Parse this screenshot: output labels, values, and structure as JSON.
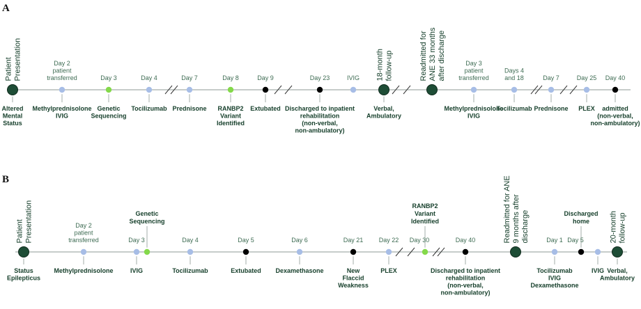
{
  "colors": {
    "line": "#8c9a95",
    "dark_green": "#1e4d36",
    "light_blue": "#a7bde6",
    "bright_green": "#84d94a",
    "black": "#000000",
    "top_text": "#3d6b52",
    "bottom_text": "#17402c",
    "panel_label": "#111111"
  },
  "panels": [
    {
      "label": "A",
      "events": [
        {
          "marker": "dark_green",
          "top": [
            "Patient",
            "Presentation"
          ],
          "top_style": "rotated",
          "bottom": [
            "Altered",
            "Mental",
            "Status"
          ]
        },
        {
          "marker": "light_blue",
          "top": [
            "Day 2",
            "patient",
            "transferred"
          ],
          "bottom": [
            "Methylprednisolone",
            "IVIG"
          ]
        },
        {
          "marker": "bright_green",
          "top": [
            "Day 3"
          ],
          "bottom": [
            "Genetic",
            "Sequencing"
          ]
        },
        {
          "marker": "light_blue",
          "top": [
            "Day 4"
          ],
          "bottom": [
            "Tocilizumab"
          ]
        },
        {
          "marker": "light_blue",
          "top": [
            "Day 7"
          ],
          "bottom": [
            "Prednisone"
          ]
        },
        {
          "marker": "bright_green",
          "top": [
            "Day 8"
          ],
          "bottom": [
            "RANBP2",
            "Variant",
            "Identified"
          ]
        },
        {
          "marker": "black",
          "top": [
            "Day 9"
          ],
          "bottom": [
            "Extubated"
          ]
        },
        {
          "marker": "black",
          "top": [
            "Day 23"
          ],
          "bottom": [
            "Discharged to inpatient",
            "rehabilitation",
            "(non-verbal,",
            "non-ambulatory)"
          ]
        },
        {
          "marker": "light_blue",
          "top": [
            "IVIG"
          ],
          "bottom": []
        },
        {
          "marker": "dark_green",
          "top": [
            "18-month",
            "follow-up"
          ],
          "top_style": "rotated",
          "bottom": [
            "Verbal,",
            "Ambulatory"
          ]
        },
        {
          "marker": "dark_green",
          "top": [
            "Readmitted for",
            "ANE 33 months",
            "after discharge"
          ],
          "top_style": "rotated",
          "bottom": []
        },
        {
          "marker": "light_blue",
          "top": [
            "Day 3",
            "patient",
            "transferred"
          ],
          "bottom": [
            "Methylprednisolone",
            "IVIG"
          ]
        },
        {
          "marker": "light_blue",
          "top": [
            "Days 4",
            "and 18"
          ],
          "bottom": [
            "Tocilizumab"
          ]
        },
        {
          "marker": "light_blue",
          "top": [
            "Day 7"
          ],
          "bottom": [
            "Prednisone"
          ]
        },
        {
          "marker": "light_blue",
          "top": [
            "Day 25"
          ],
          "bottom": [
            "PLEX"
          ]
        },
        {
          "marker": "black",
          "top": [
            "Day 40"
          ],
          "bottom": [
            "admitted",
            "(non-verbal,",
            "non-ambulatory)"
          ]
        }
      ]
    },
    {
      "label": "B",
      "events": [
        {
          "marker": "dark_green",
          "top": [
            "Patient",
            "Presentation"
          ],
          "top_style": "rotated",
          "bottom": [
            "Status",
            "Epilepticus"
          ]
        },
        {
          "marker": "light_blue",
          "top": [
            "Day 2",
            "patient",
            "transferred"
          ],
          "bottom": [
            "Methylprednisolone"
          ]
        },
        {
          "marker": "light_blue",
          "top": [
            "Day 3"
          ],
          "bottom": [
            "IVIG"
          ]
        },
        {
          "marker": "bright_green",
          "top": [
            "Genetic",
            "Sequencing"
          ],
          "top_style": "label",
          "bottom": []
        },
        {
          "marker": "light_blue",
          "top": [
            "Day 4"
          ],
          "bottom": [
            "Tocilizumab"
          ]
        },
        {
          "marker": "black",
          "top": [
            "Day 5"
          ],
          "bottom": [
            "Extubated"
          ]
        },
        {
          "marker": "light_blue",
          "top": [
            "Day 6"
          ],
          "bottom": [
            "Dexamethasone"
          ]
        },
        {
          "marker": "black",
          "top": [
            "Day 21"
          ],
          "bottom": [
            "New",
            "Flaccid",
            "Weakness"
          ]
        },
        {
          "marker": "light_blue",
          "top": [
            "Day 22"
          ],
          "bottom": [
            "PLEX"
          ]
        },
        {
          "marker": "bright_green",
          "top": [
            "RANBP2",
            "Variant",
            "Identified",
            "Day 30"
          ],
          "top_style": "label_day",
          "bottom": []
        },
        {
          "marker": "black",
          "top": [
            "Day 40"
          ],
          "bottom": [
            "Discharged to inpatient",
            "rehabilitation",
            "(non-verbal,",
            "non-ambulatory)"
          ]
        },
        {
          "marker": "dark_green",
          "top": [
            "Readmitted for ANE",
            "9 months after",
            "discharge"
          ],
          "top_style": "rotated",
          "bottom": []
        },
        {
          "marker": "light_blue",
          "top": [
            "Day 1"
          ],
          "bottom": [
            "Tocilizumab",
            "IVIG",
            "Dexamethasone"
          ]
        },
        {
          "marker": "black",
          "top": [
            "Discharged",
            "home",
            "Day 5"
          ],
          "top_style": "label_day",
          "bottom": []
        },
        {
          "marker": "light_blue",
          "top": [],
          "bottom": [
            "IVIG"
          ]
        },
        {
          "marker": "dark_green",
          "top": [
            "20-month",
            "follow-up"
          ],
          "top_style": "rotated",
          "bottom": [
            "Verbal,",
            "Ambulatory"
          ]
        }
      ]
    }
  ]
}
